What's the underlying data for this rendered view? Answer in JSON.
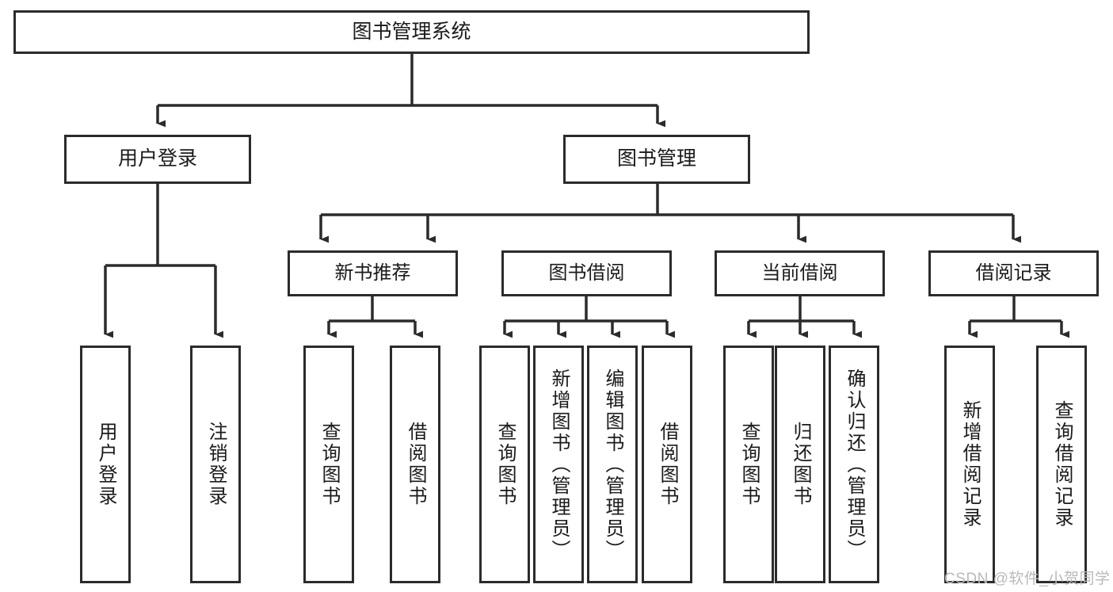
{
  "diagram": {
    "title": "图书管理系统",
    "type": "hierarchy-tree",
    "orientation": "top-down",
    "nodes": {
      "root": {
        "label": "图书管理系统"
      },
      "level1": [
        {
          "id": "user-login",
          "label": "用户登录"
        },
        {
          "id": "book-management",
          "label": "图书管理"
        }
      ],
      "level2": [
        {
          "id": "new-book-recommend",
          "label": "新书推荐"
        },
        {
          "id": "book-borrow",
          "label": "图书借阅"
        },
        {
          "id": "current-borrow",
          "label": "当前借阅"
        },
        {
          "id": "borrow-record",
          "label": "借阅记录"
        }
      ],
      "leaves": [
        {
          "id": "leaf-user-login",
          "label": "用户登录"
        },
        {
          "id": "leaf-user-logout",
          "label": "注销登录"
        },
        {
          "id": "leaf-query-book-1",
          "label": "查询图书"
        },
        {
          "id": "leaf-borrow-book-1",
          "label": "借阅图书"
        },
        {
          "id": "leaf-query-book-2",
          "label": "查询图书"
        },
        {
          "id": "leaf-add-book",
          "label": "新增图书（管理员）"
        },
        {
          "id": "leaf-edit-book",
          "label": "编辑图书（管理员）"
        },
        {
          "id": "leaf-borrow-book-2",
          "label": "借阅图书"
        },
        {
          "id": "leaf-query-book-3",
          "label": "查询图书"
        },
        {
          "id": "leaf-return-book",
          "label": "归还图书"
        },
        {
          "id": "leaf-confirm-return",
          "label": "确认归还（管理员）"
        },
        {
          "id": "leaf-add-record",
          "label": "新增借阅记录"
        },
        {
          "id": "leaf-query-record",
          "label": "查询借阅记录"
        }
      ]
    }
  },
  "watermark": {
    "text": "CSDN @软件_小贺同学"
  },
  "colors": {
    "stroke": "#2b2b2b",
    "background": "#ffffff",
    "text": "#1a1a1a",
    "watermark": "#b9b9b9"
  }
}
